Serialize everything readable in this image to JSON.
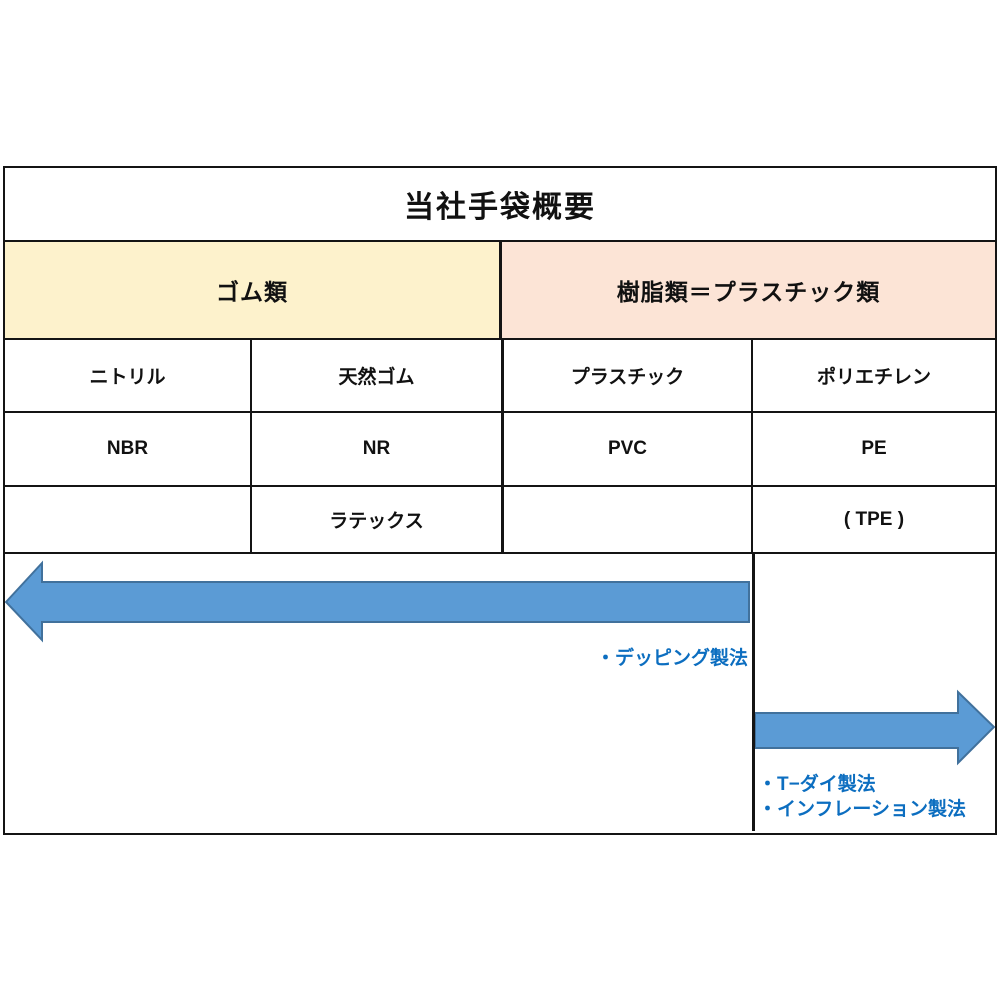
{
  "title": "当社手袋概要",
  "groups": {
    "rubber": "ゴム類",
    "plastic": "樹脂類＝プラスチック類"
  },
  "columns": [
    {
      "material": "ニトリル",
      "code": "NBR",
      "variant": ""
    },
    {
      "material": "天然ゴム",
      "code": "NR",
      "variant": "ラテックス"
    },
    {
      "material": "プラスチック",
      "code": "PVC",
      "variant": ""
    },
    {
      "material": "ポリエチレン",
      "code": "PE",
      "variant": "( TPE )"
    }
  ],
  "production_methods": {
    "dipping": "・デッピング製法",
    "t_die": "・T−ダイ製法",
    "inflation": "・インフレーション製法"
  },
  "colors": {
    "rubber_header_bg": "#FDF2CC",
    "plastic_header_bg": "#FCE4D6",
    "arrow_fill": "#5B9BD5",
    "arrow_outline": "#41719C",
    "method_text": "#0C6EC0",
    "border": "#141414"
  }
}
